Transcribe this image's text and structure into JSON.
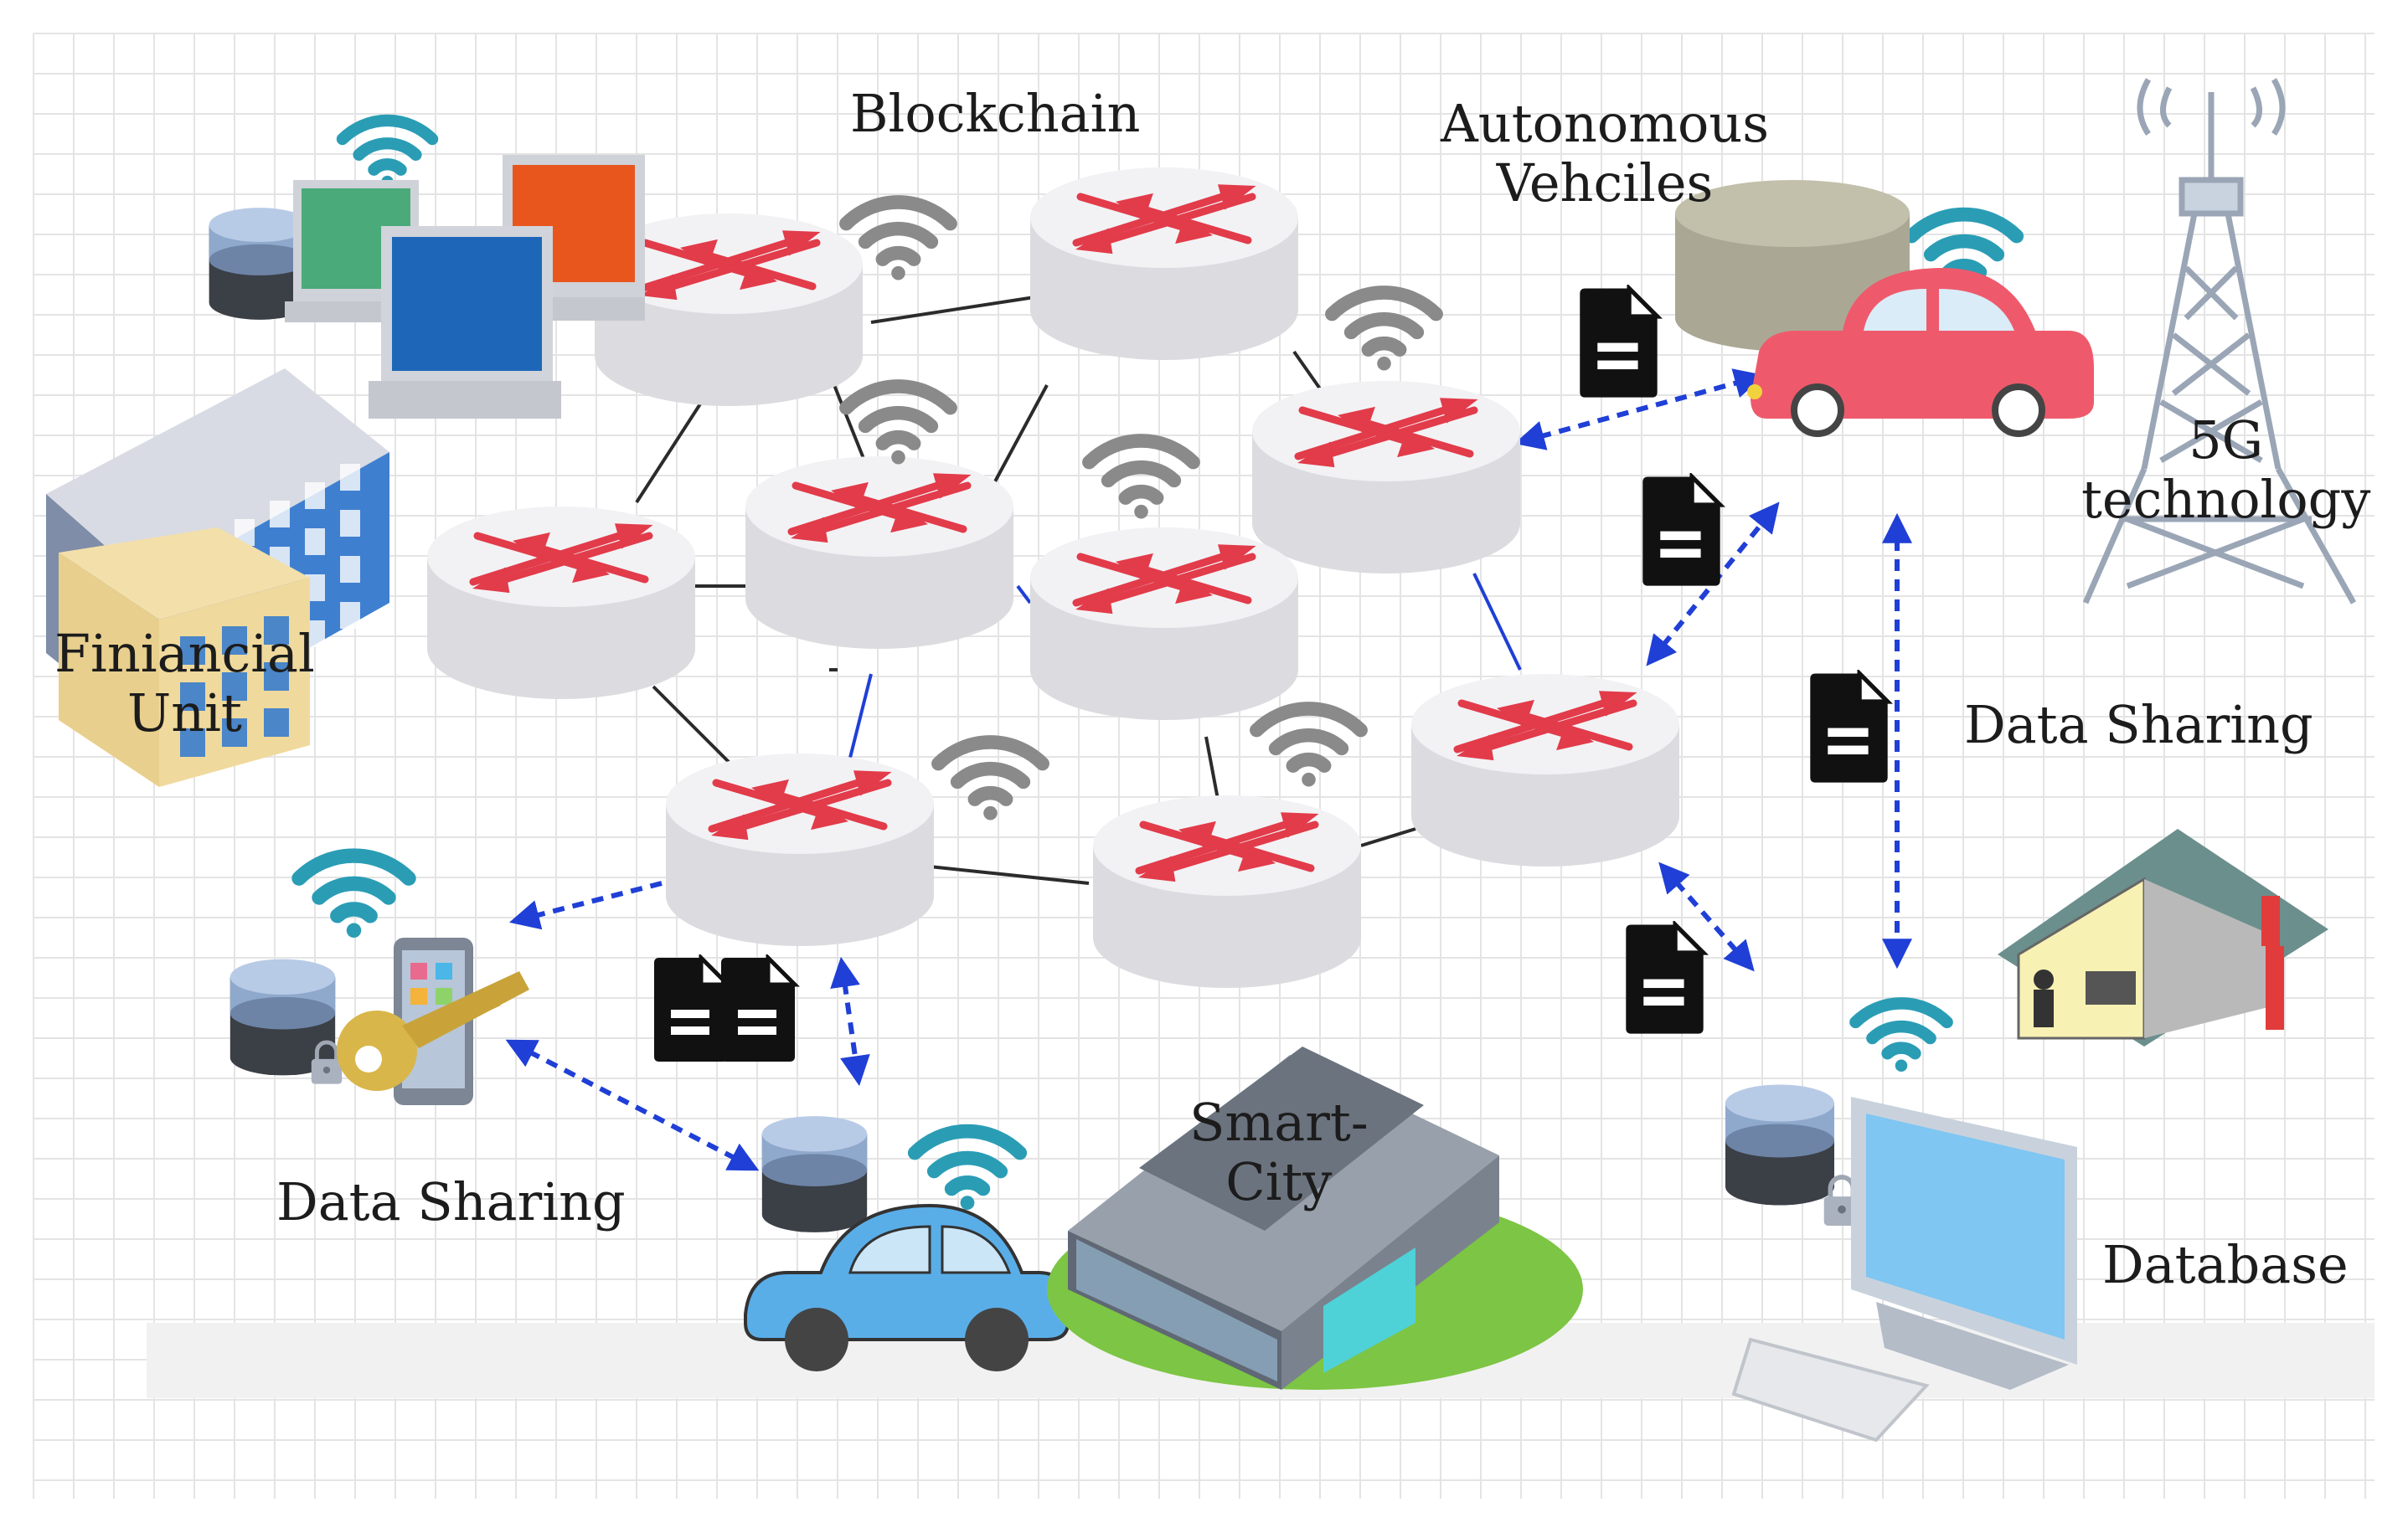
{
  "labels": {
    "blockchain": "Blockchain",
    "autonomous_line1": "Autonomous",
    "autonomous_line2": "Vehciles",
    "fiveg_line1": "5G",
    "fiveg_line2": "technology",
    "financial_line1": "Finiancial",
    "financial_line2": "Unit",
    "data_sharing_right": "Data Sharing",
    "data_sharing_left": "Data Sharing",
    "smart_city_line1": "Smart-",
    "smart_city_line2": "City",
    "database": "Database"
  },
  "colors": {
    "router_body": "#e6e6e8",
    "router_arrow": "#e23b4a",
    "wifi_gray": "#8a8a8a",
    "wifi_teal": "#2a9db5",
    "link_black": "#2b2b2b",
    "link_blue": "#1f3fd6",
    "car_red": "#ee5a6c",
    "car_blue": "#5aaee8",
    "grid": "#e4e4e4"
  },
  "icons": {
    "node": "router-icon",
    "signal": "wifi-icon",
    "document": "document-icon",
    "vehicle": "car-icon",
    "storage": "database-icon",
    "tower": "cell-tower-icon",
    "access": "key-icon",
    "terminal": "computer-icon",
    "city": "building-icon",
    "home": "house-icon"
  }
}
